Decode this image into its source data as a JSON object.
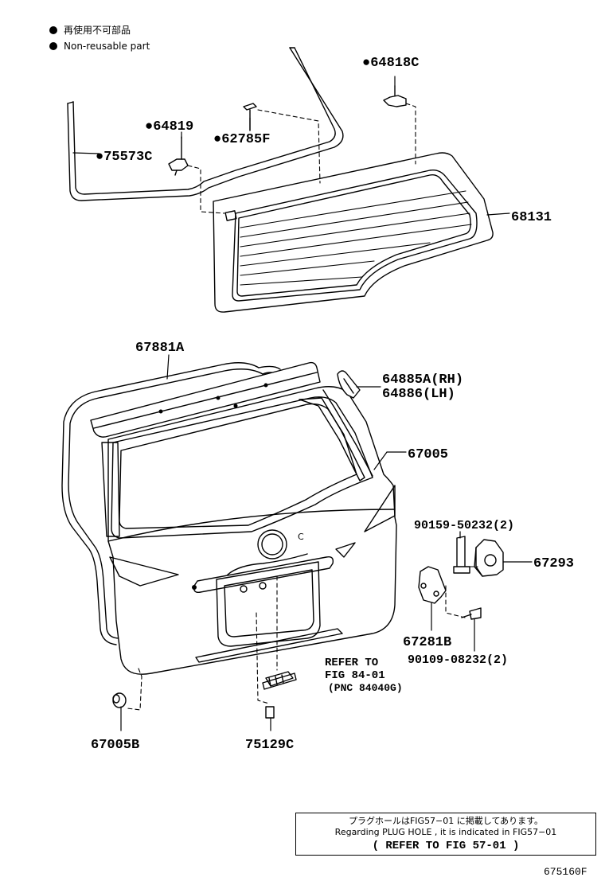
{
  "legend": {
    "jp": "再使用不可部品",
    "en": "Non-reusable part"
  },
  "colors": {
    "line": "#000000",
    "background": "#ffffff"
  },
  "callouts": [
    {
      "id": "p1",
      "text": "●64818C"
    },
    {
      "id": "p2",
      "text": "●64819"
    },
    {
      "id": "p3",
      "text": "●62785F"
    },
    {
      "id": "p4",
      "text": "●75573C"
    },
    {
      "id": "p5",
      "text": "68131"
    },
    {
      "id": "p6",
      "text": "67881A"
    },
    {
      "id": "p7",
      "text": "64885A(RH)"
    },
    {
      "id": "p8",
      "text": "64886(LH)"
    },
    {
      "id": "p9",
      "text": "67005"
    },
    {
      "id": "p10",
      "text": "90159-50232(2)"
    },
    {
      "id": "p11",
      "text": "67293"
    },
    {
      "id": "p12",
      "text": "67281B"
    },
    {
      "id": "p13",
      "text": "90109-08232(2)"
    },
    {
      "id": "p14",
      "text": "REFER TO"
    },
    {
      "id": "p15",
      "text": "FIG 84-01"
    },
    {
      "id": "p16",
      "text": "(PNC 84040G)"
    },
    {
      "id": "p17",
      "text": "67005B"
    },
    {
      "id": "p18",
      "text": "75129C"
    }
  ],
  "note": {
    "line1": "プラグホールはFIG57−01 に掲載してあります。",
    "line2": "Regarding PLUG HOLE , it is indicated in FIG57−01",
    "line3": "( REFER TO FIG 57-01 )"
  },
  "figure_id": "675160F"
}
